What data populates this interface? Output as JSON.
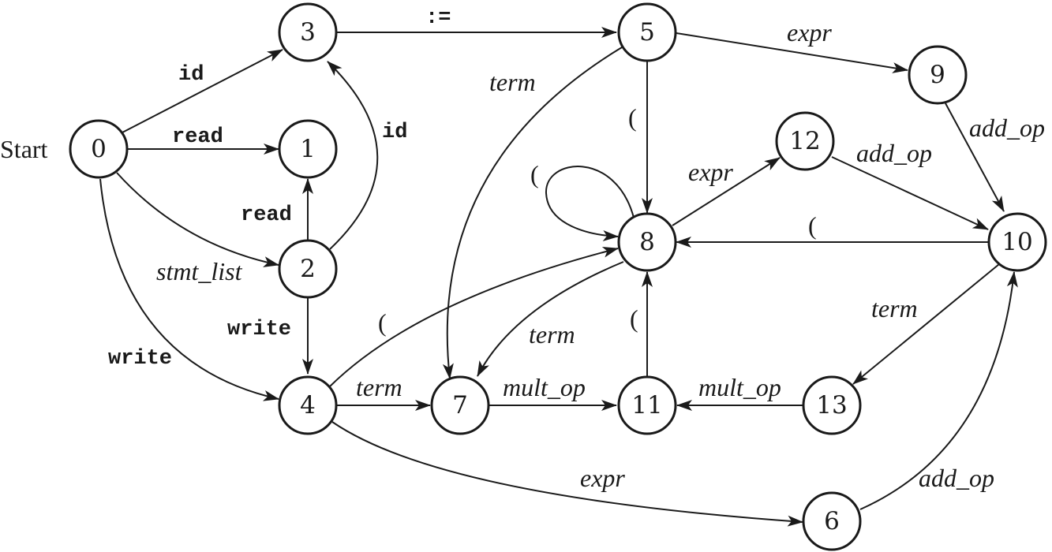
{
  "diagram": {
    "start_label": "Start",
    "start_state": "0",
    "states": [
      "0",
      "1",
      "2",
      "3",
      "4",
      "5",
      "6",
      "7",
      "8",
      "9",
      "10",
      "11",
      "12",
      "13"
    ],
    "transitions": [
      {
        "from": "0",
        "to": "3",
        "label": "id",
        "style": "token"
      },
      {
        "from": "0",
        "to": "1",
        "label": "read",
        "style": "token"
      },
      {
        "from": "0",
        "to": "2",
        "label": "stmt_list",
        "style": "nonterminal"
      },
      {
        "from": "0",
        "to": "4",
        "label": "write",
        "style": "token"
      },
      {
        "from": "2",
        "to": "1",
        "label": "read",
        "style": "token"
      },
      {
        "from": "2",
        "to": "3",
        "label": "id",
        "style": "token"
      },
      {
        "from": "2",
        "to": "4",
        "label": "write",
        "style": "token"
      },
      {
        "from": "3",
        "to": "5",
        "label": ":=",
        "style": "token"
      },
      {
        "from": "5",
        "to": "9",
        "label": "expr",
        "style": "nonterminal"
      },
      {
        "from": "5",
        "to": "7",
        "label": "term",
        "style": "nonterminal"
      },
      {
        "from": "5",
        "to": "8",
        "label": "(",
        "style": "paren"
      },
      {
        "from": "8",
        "to": "8",
        "label": "(",
        "style": "paren"
      },
      {
        "from": "8",
        "to": "12",
        "label": "expr",
        "style": "nonterminal"
      },
      {
        "from": "8",
        "to": "7",
        "label": "term",
        "style": "nonterminal"
      },
      {
        "from": "9",
        "to": "10",
        "label": "add_op",
        "style": "nonterminal"
      },
      {
        "from": "12",
        "to": "10",
        "label": "add_op",
        "style": "nonterminal"
      },
      {
        "from": "10",
        "to": "8",
        "label": "(",
        "style": "paren"
      },
      {
        "from": "10",
        "to": "13",
        "label": "term",
        "style": "nonterminal"
      },
      {
        "from": "4",
        "to": "8",
        "label": "(",
        "style": "paren"
      },
      {
        "from": "4",
        "to": "7",
        "label": "term",
        "style": "nonterminal"
      },
      {
        "from": "4",
        "to": "6",
        "label": "expr",
        "style": "nonterminal"
      },
      {
        "from": "7",
        "to": "11",
        "label": "mult_op",
        "style": "nonterminal"
      },
      {
        "from": "13",
        "to": "11",
        "label": "mult_op",
        "style": "nonterminal"
      },
      {
        "from": "11",
        "to": "8",
        "label": "(",
        "style": "paren"
      },
      {
        "from": "6",
        "to": "10",
        "label": "add_op",
        "style": "nonterminal"
      }
    ]
  }
}
